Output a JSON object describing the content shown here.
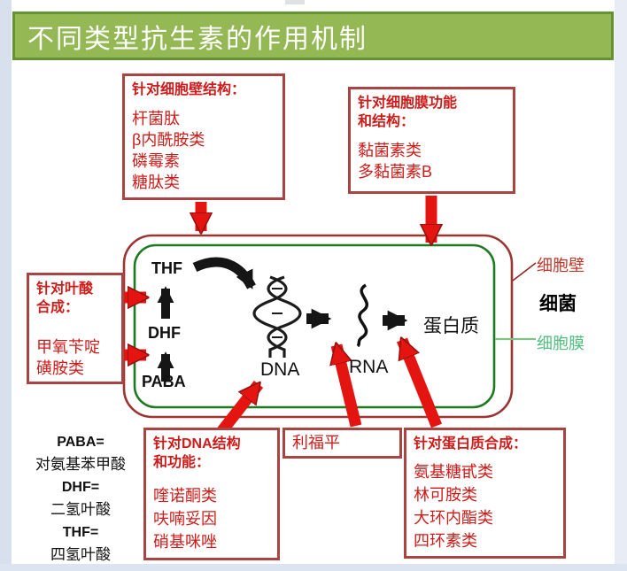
{
  "title": "不同类型抗生素的作用机制",
  "boxes": {
    "wall": {
      "header": "针对细胞壁结构：",
      "items": [
        "杆菌肽",
        "β内酰胺类",
        "磷霉素",
        "糖肽类"
      ]
    },
    "membrane": {
      "header_line1": "针对细胞膜功能",
      "header_line2": "和结构：",
      "items": [
        "黏菌素类",
        "多黏菌素B"
      ]
    },
    "folate": {
      "header_line1": "针对叶酸",
      "header_line2": "合成：",
      "items": [
        "甲氧苄啶",
        "磺胺类"
      ]
    },
    "dna": {
      "header_line1": "针对DNA结构",
      "header_line2": "和功能：",
      "items": [
        "喹诺酮类",
        "呋喃妥因",
        "硝基咪唑"
      ]
    },
    "rifampin": {
      "label": "利福平"
    },
    "protein": {
      "header": "针对蛋白质合成：",
      "items": [
        "氨基糖甙类",
        "林可胺类",
        "大环内酯类",
        "四环素类"
      ]
    }
  },
  "cell": {
    "thf": "THF",
    "dhf": "DHF",
    "paba": "PABA",
    "dna": "DNA",
    "rna": "RNA",
    "protein": "蛋白质"
  },
  "annotations": {
    "cell_wall": "细胞壁",
    "bacterium": "细菌",
    "cell_membrane": "细胞膜"
  },
  "legend": {
    "lines": [
      {
        "term": "PABA=",
        "def": "对氨基苯甲酸"
      },
      {
        "term": "DHF=",
        "def": "二氢叶酸"
      },
      {
        "term": "THF=",
        "def": "四氢叶酸"
      }
    ]
  },
  "colors": {
    "title_bg": "#94b854",
    "title_border": "#649336",
    "box_border": "#a94442",
    "box_text_red": "#cf1b19",
    "arrow_red": "#e41410",
    "cell_wall_outline": "#9c3432",
    "cell_membrane_outline": "#1d7a21",
    "cell_wall_label": "#c0392b",
    "cell_membrane_label": "#52be80",
    "frame_strip": "#d9e0ed"
  }
}
